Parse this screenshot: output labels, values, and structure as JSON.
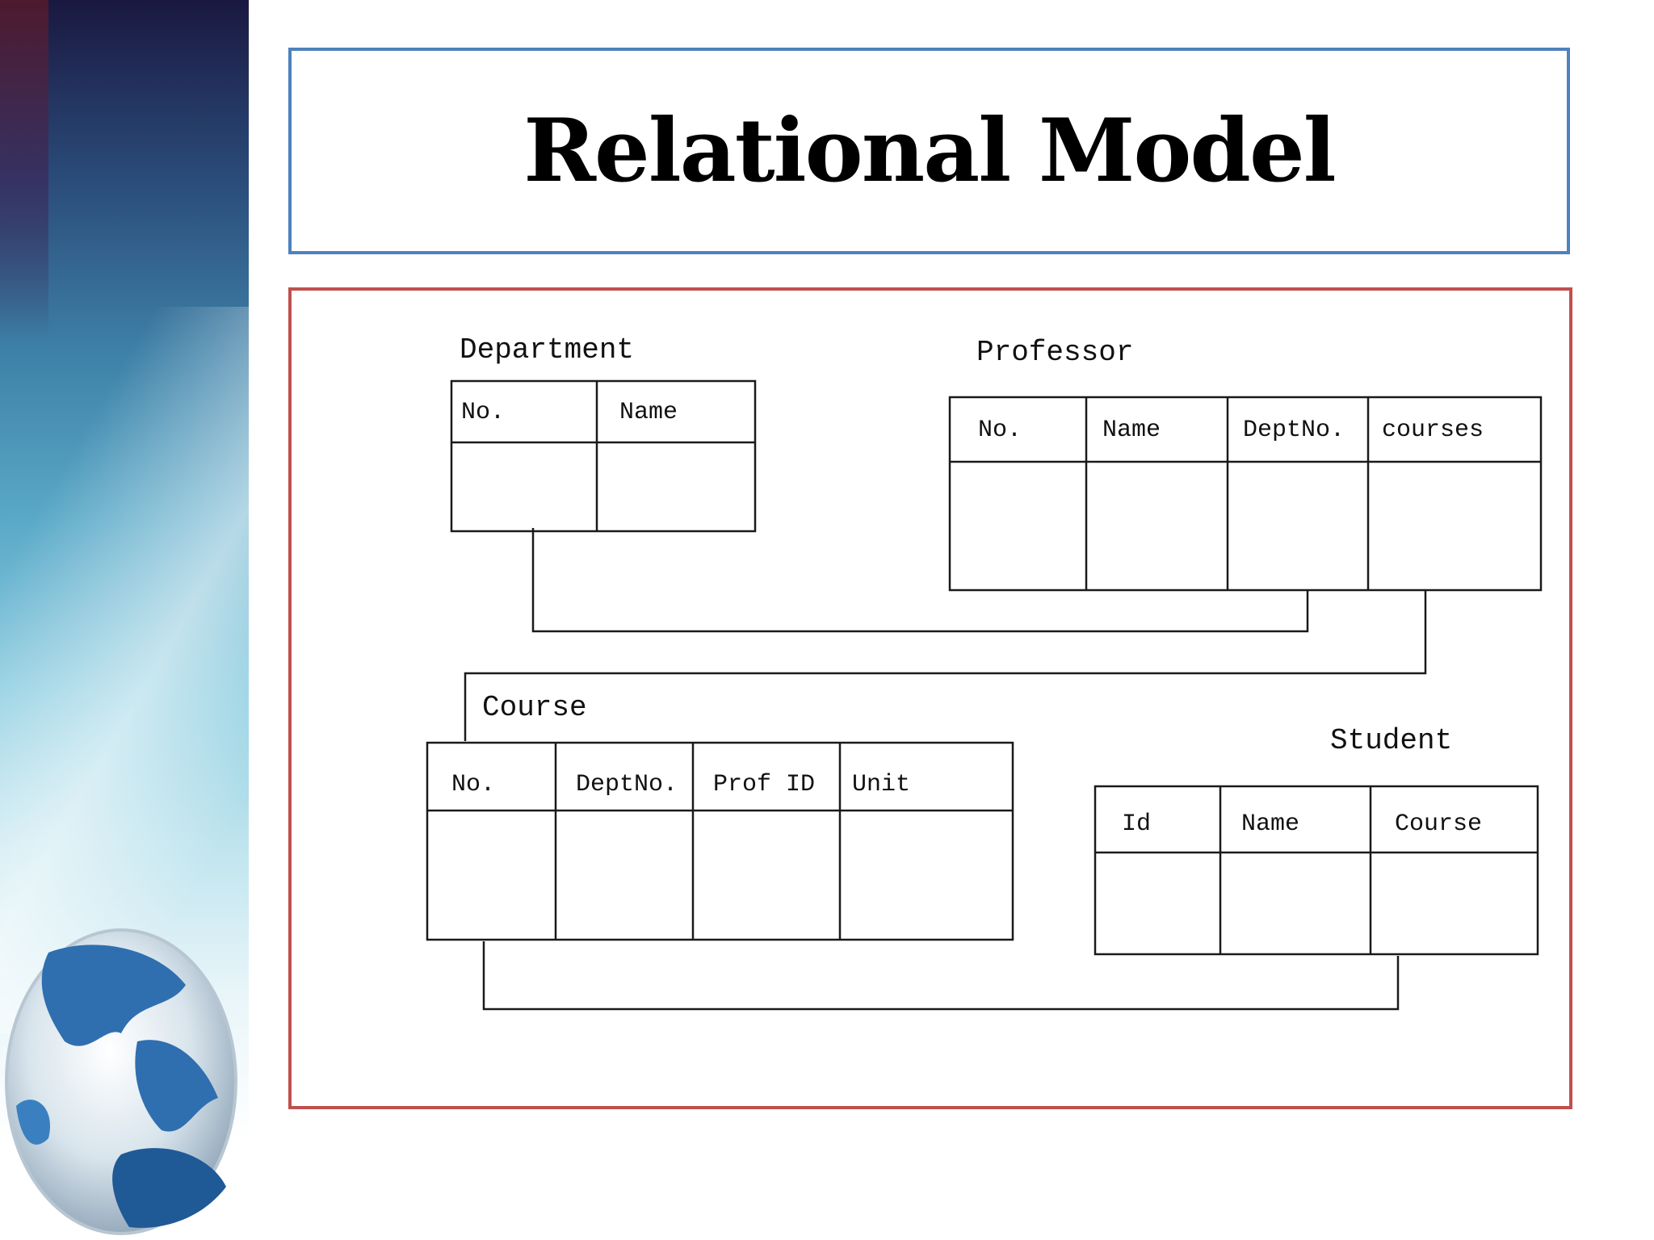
{
  "slide": {
    "title": "Relational Model",
    "colors": {
      "title_border": "#4f81bd",
      "content_border": "#c0504d"
    },
    "decorations": [
      "gradient-side-band",
      "globe-icon"
    ]
  },
  "diagram": {
    "tables": [
      {
        "id": "department",
        "name": "Department",
        "columns": [
          "No.",
          "Name"
        ]
      },
      {
        "id": "professor",
        "name": "Professor",
        "columns": [
          "No.",
          "Name",
          "DeptNo.",
          "courses"
        ]
      },
      {
        "id": "course",
        "name": "Course",
        "columns": [
          "No.",
          "DeptNo.",
          "Prof ID",
          "Unit"
        ]
      },
      {
        "id": "student",
        "name": "Student",
        "columns": [
          "Id",
          "Name",
          "Course"
        ]
      }
    ],
    "links": [
      {
        "from": "Department.No.",
        "to": "Professor.DeptNo."
      },
      {
        "from": "Professor.courses",
        "to": "Course"
      },
      {
        "from": "Course.No.",
        "to": "Student.Course"
      }
    ]
  }
}
